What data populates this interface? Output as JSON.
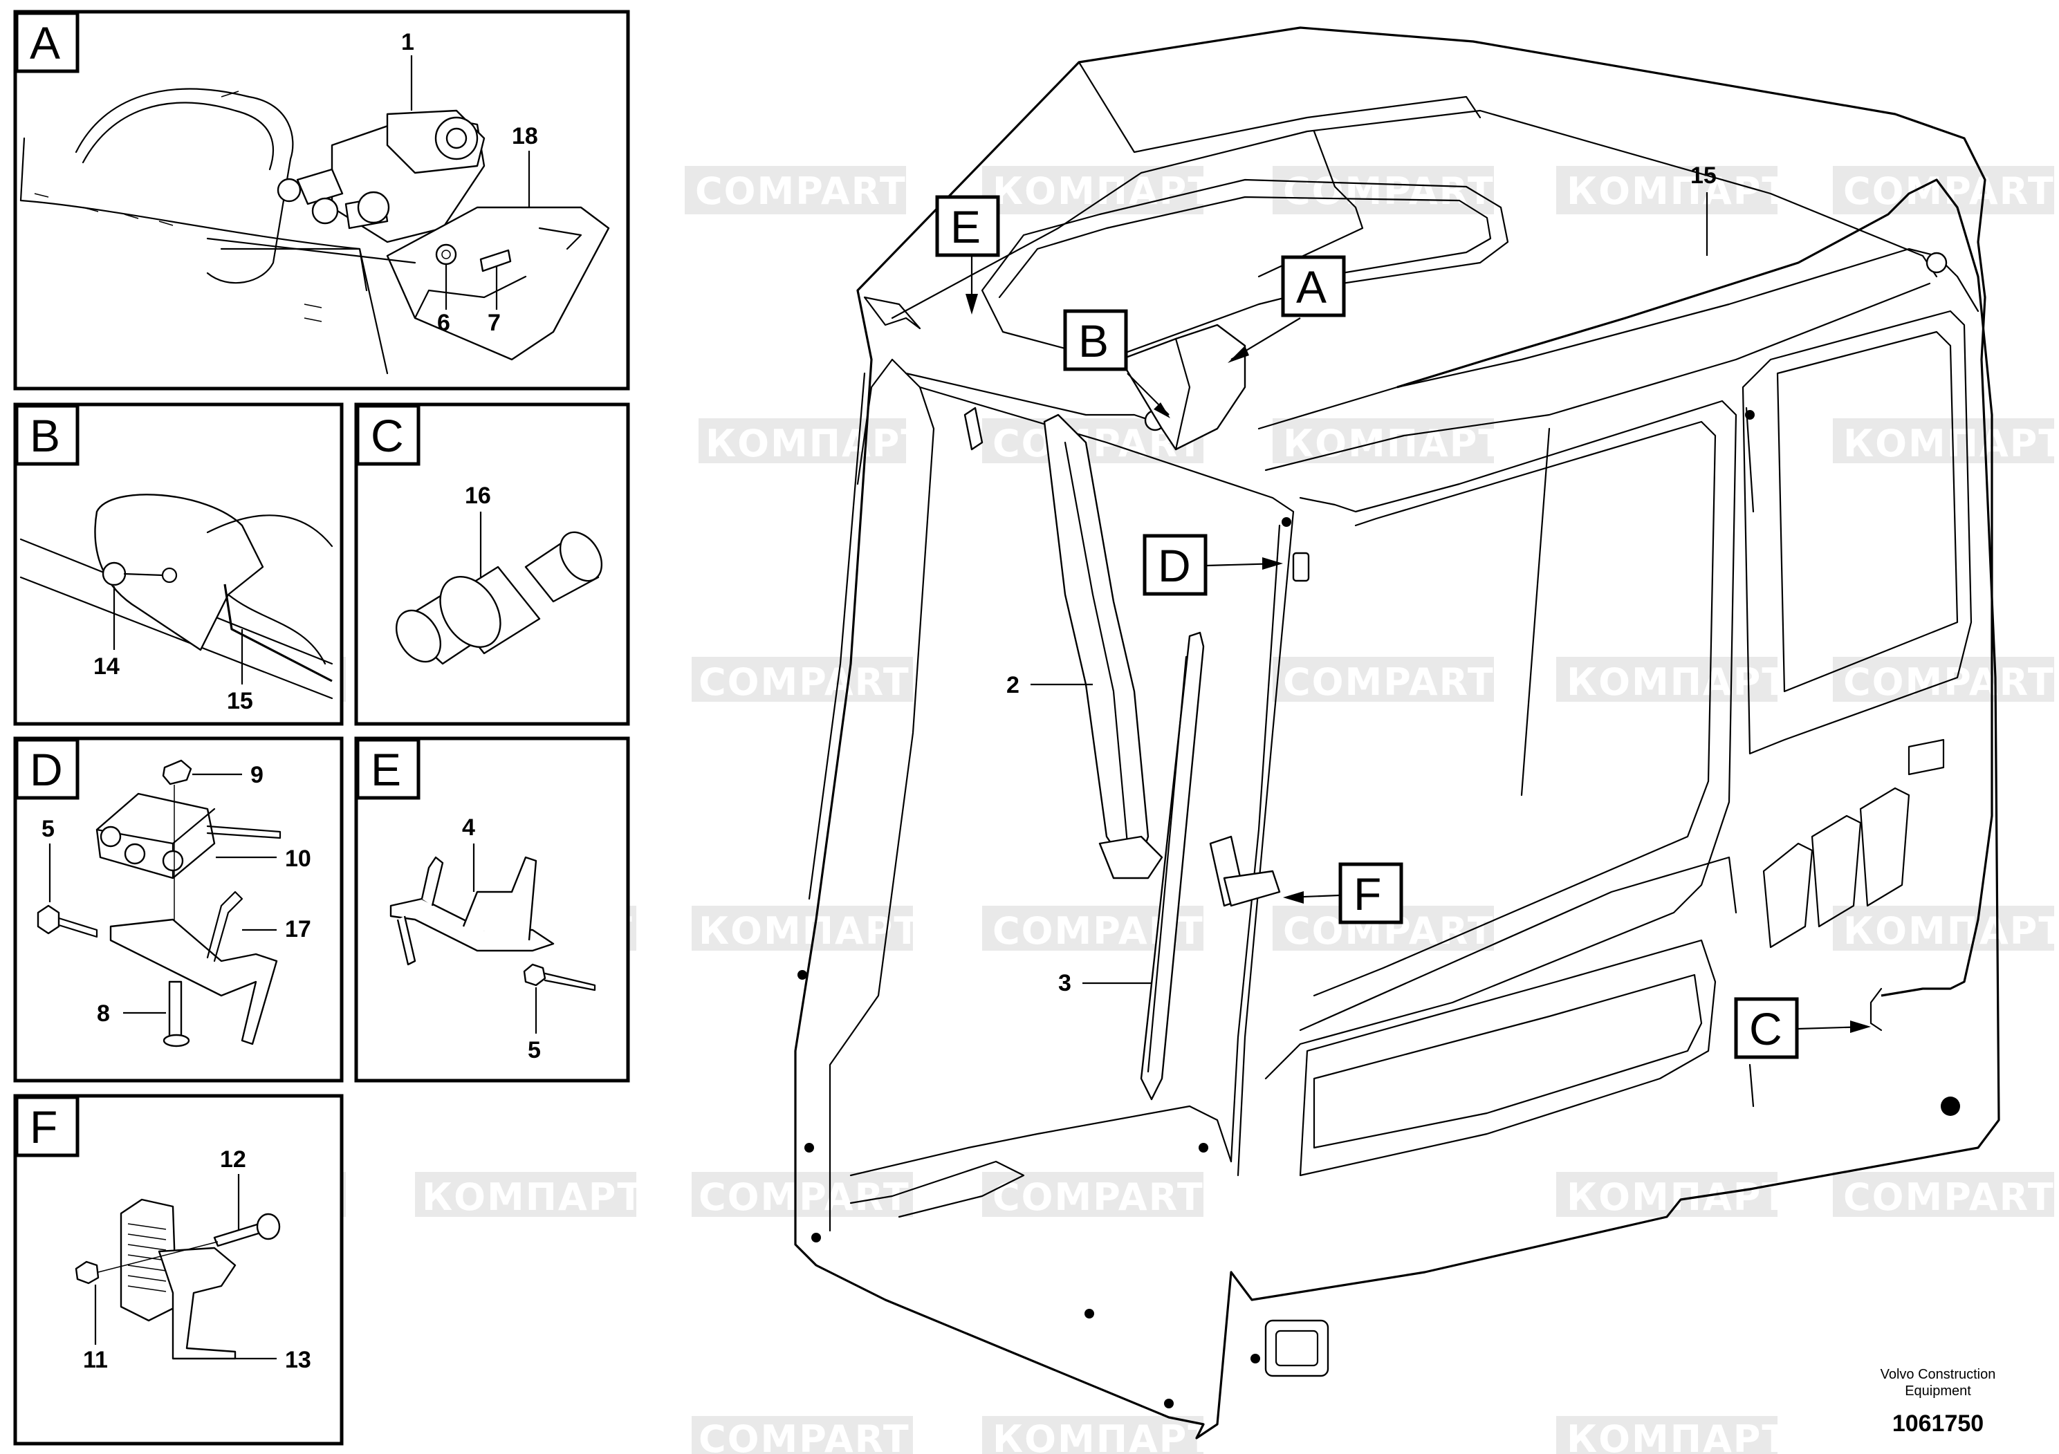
{
  "watermark": {
    "text_latin": "COMPART",
    "text_cyrillic": "КОМПАРТ",
    "color": "#d7d7d7"
  },
  "panels": {
    "A": {
      "letter": "A",
      "labels": [
        "1",
        "18",
        "6",
        "7"
      ]
    },
    "B": {
      "letter": "B",
      "labels": [
        "14",
        "15"
      ]
    },
    "C": {
      "letter": "C",
      "labels": [
        "16"
      ]
    },
    "D": {
      "letter": "D",
      "labels": [
        "9",
        "5",
        "10",
        "17",
        "8"
      ]
    },
    "E": {
      "letter": "E",
      "labels": [
        "4",
        "5"
      ]
    },
    "F": {
      "letter": "F",
      "labels": [
        "12",
        "11",
        "13"
      ]
    }
  },
  "main": {
    "callouts": [
      "A",
      "B",
      "D",
      "E",
      "F",
      "C"
    ],
    "labels": [
      "15",
      "2",
      "3"
    ]
  },
  "footer": {
    "company_line1": "Volvo Construction",
    "company_line2": "Equipment",
    "code": "1061750"
  }
}
